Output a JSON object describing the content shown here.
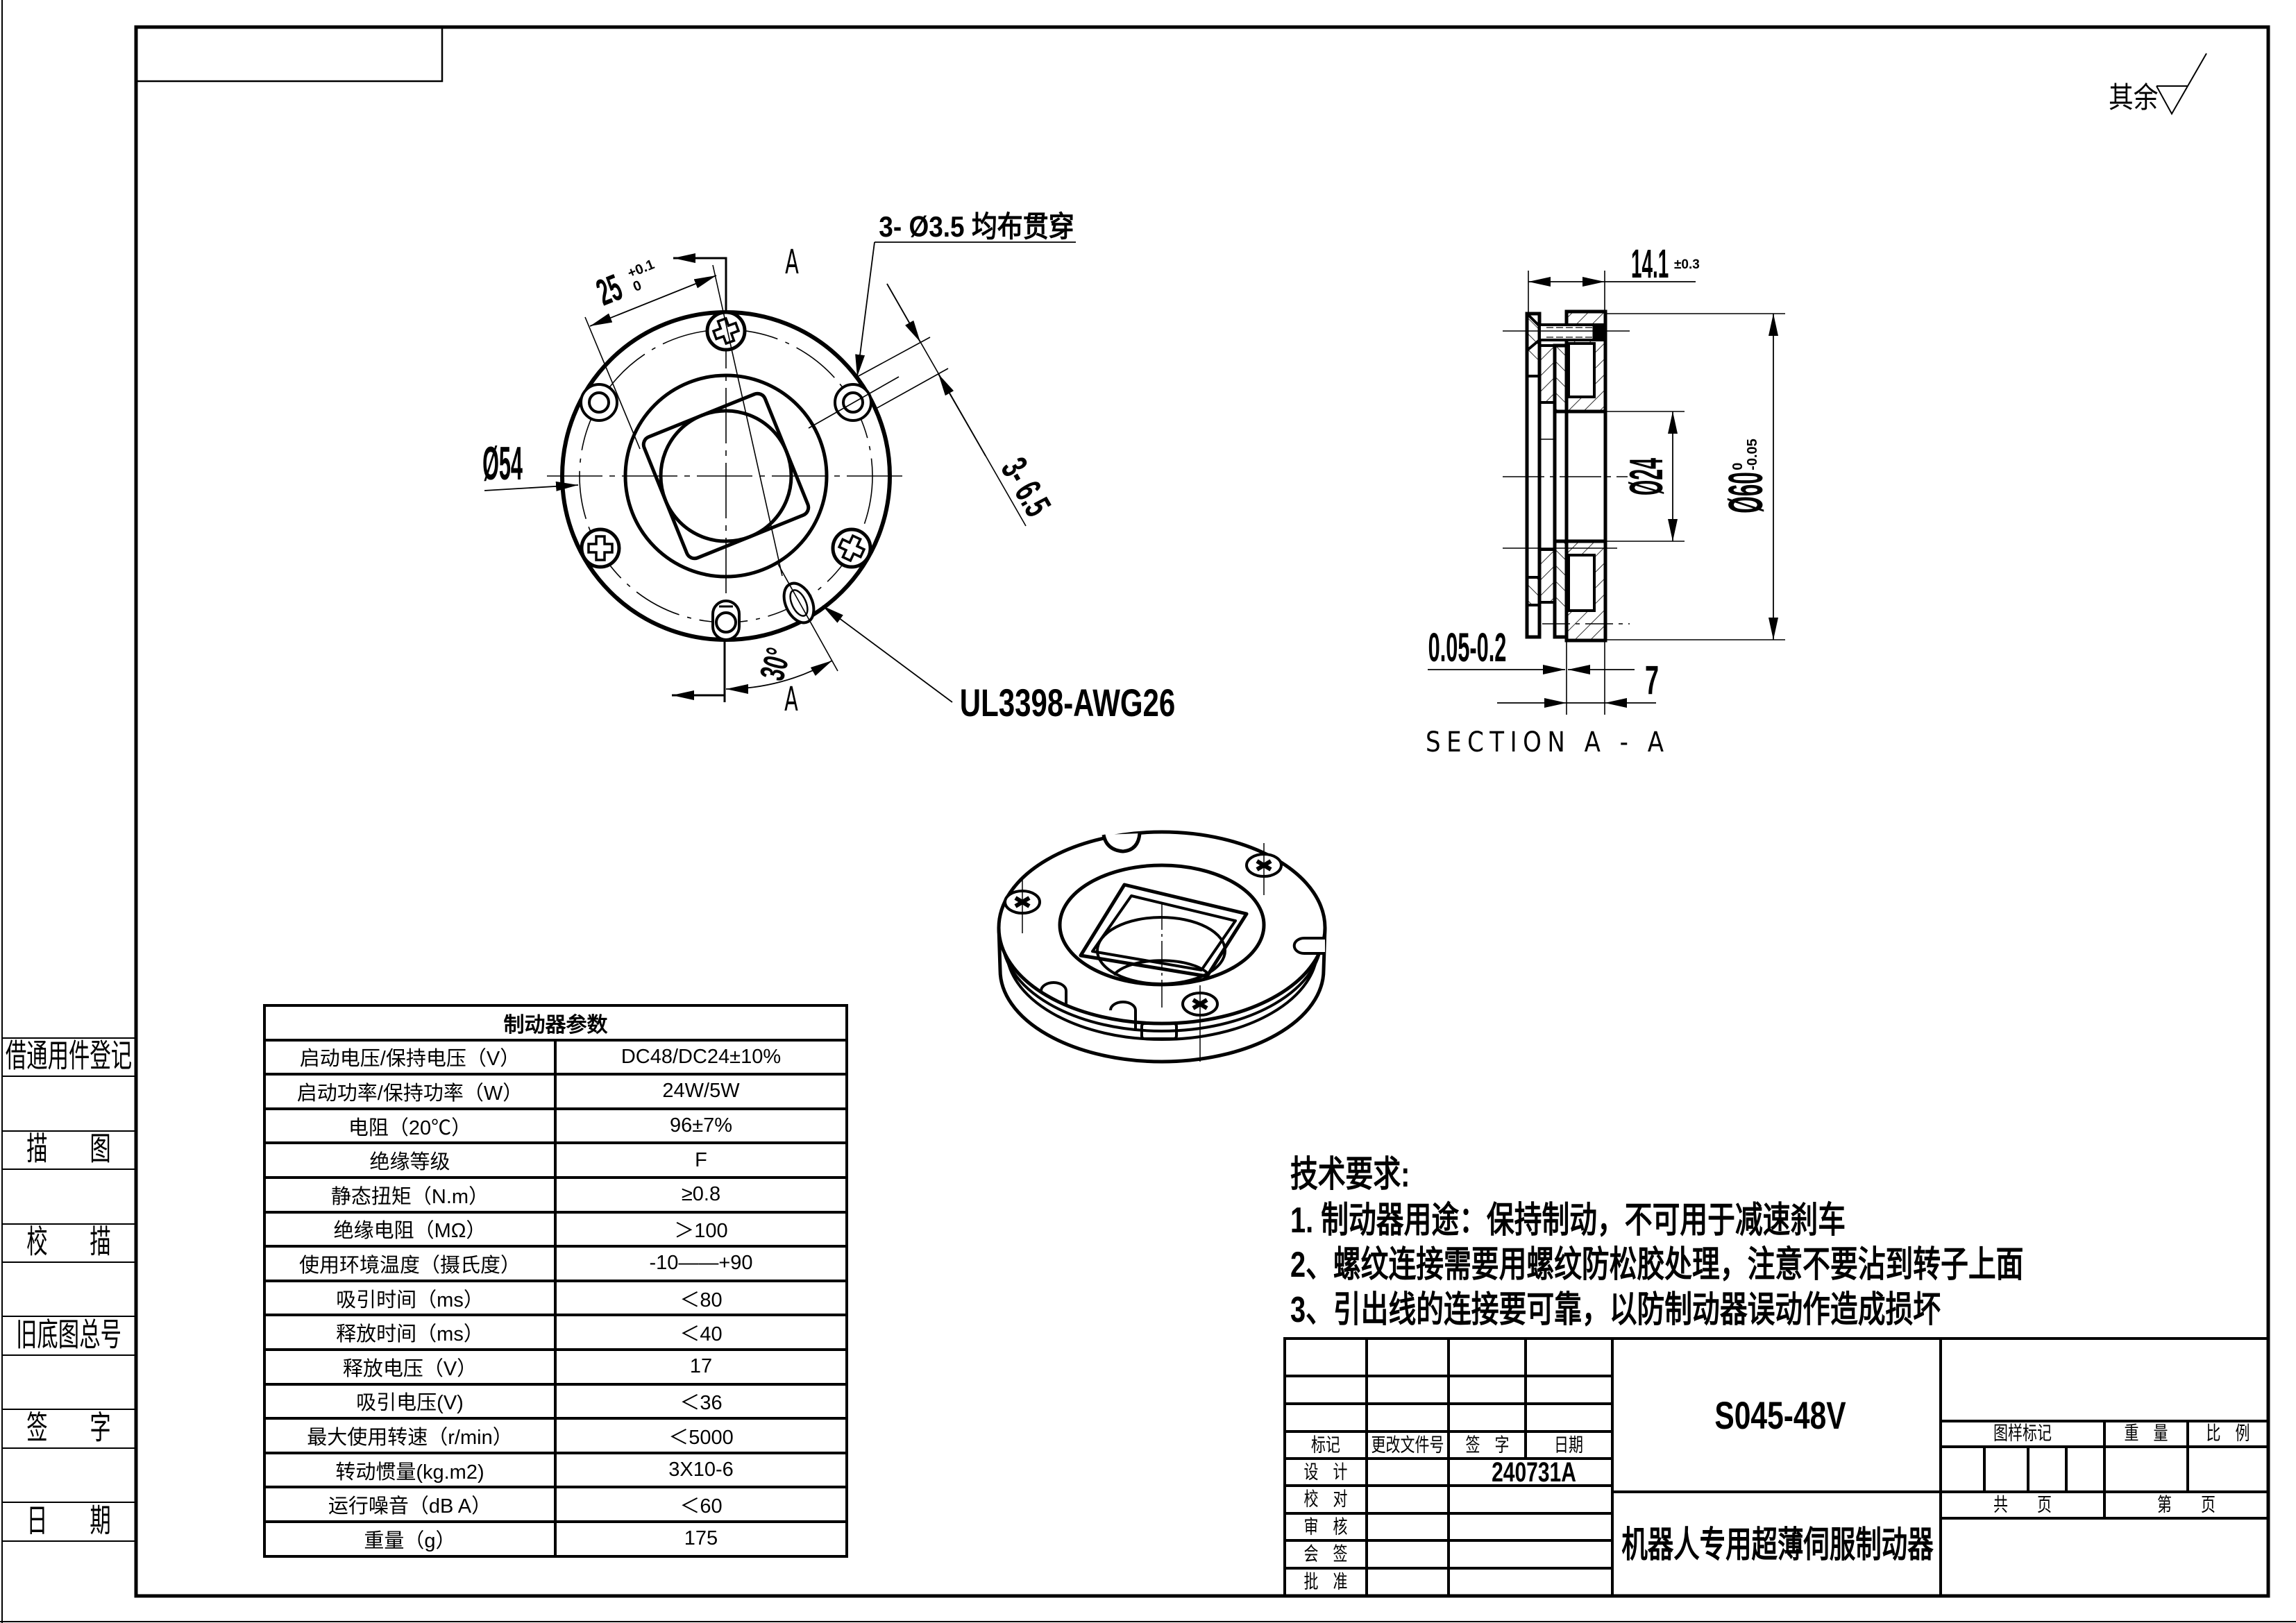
{
  "roughness": {
    "label": "其余"
  },
  "front_view": {
    "hole_callout": "3- Ø3.5 均布贯穿",
    "square_width_dim": {
      "value": "25",
      "upper_tol": "+0.1",
      "lower_tol": "0"
    },
    "bolt_circle_dim": "Ø54",
    "ear_dim": "3- 6.5",
    "wire_angle": "30°",
    "wire_callout": "UL3398-AWG26",
    "section_mark_top": "A",
    "section_mark_bottom": "A"
  },
  "section_view": {
    "thickness_dim": {
      "value": "14.1",
      "tol": "±0.3"
    },
    "bore_dim": "Ø24",
    "outer_dim": {
      "value": "Ø60",
      "upper_tol": "0",
      "lower_tol": "-0.05"
    },
    "air_gap_dim": "0.05-0.2",
    "depth_dim": "7",
    "title": "SECTION A - A"
  },
  "params_table": {
    "title": "制动器参数",
    "rows": [
      {
        "label": "启动电压/保持电压（V）",
        "value": "DC48/DC24±10%"
      },
      {
        "label": "启动功率/保持功率（W）",
        "value": "24W/5W"
      },
      {
        "label": "电阻（20℃）",
        "value": "96±7%"
      },
      {
        "label": "绝缘等级",
        "value": "F"
      },
      {
        "label": "静态扭矩（N.m）",
        "value": "≥0.8"
      },
      {
        "label": "绝缘电阻（MΩ）",
        "value": "＞100"
      },
      {
        "label": "使用环境温度（摄氏度）",
        "value": "-10——+90"
      },
      {
        "label": "吸引时间（ms）",
        "value": "＜80"
      },
      {
        "label": "释放时间（ms）",
        "value": "＜40"
      },
      {
        "label": "释放电压（V）",
        "value": "17"
      },
      {
        "label": "吸引电压(V)",
        "value": "＜36"
      },
      {
        "label": "最大使用转速（r/min）",
        "value": "＜5000"
      },
      {
        "label": "转动惯量(kg.m2)",
        "value": "3X10-6"
      },
      {
        "label": "运行噪音（dB A）",
        "value": "＜60"
      },
      {
        "label": "重量（g）",
        "value": "175"
      }
    ]
  },
  "tech_requirements": {
    "title": "技术要求:",
    "items": [
      "1. 制动器用途：保持制动，不可用于减速刹车",
      "2、螺纹连接需要用螺纹防松胶处理，注意不要沾到转子上面",
      "3、引出线的连接要可靠，以防制动器误动作造成损坏"
    ]
  },
  "title_block": {
    "revision_headers": [
      "标记",
      "更改文件号",
      "签　字",
      "日期"
    ],
    "roles": [
      "设　计",
      "校　对",
      "审　核",
      "会　签",
      "批　准"
    ],
    "doc_number": "240731A",
    "model": "S045-48V",
    "name": "机器人专用超薄伺服制动器",
    "drawing_mark_label": "图样标记",
    "weight_label": "重　量",
    "scale_label": "比　例",
    "total_pages_label": "共　　页",
    "page_label": "第　　页"
  },
  "side_strip": {
    "labels": [
      "借通用件登记",
      "描　　图",
      "校　　描",
      "旧底图总号",
      "签　　字",
      "日　　期"
    ]
  }
}
